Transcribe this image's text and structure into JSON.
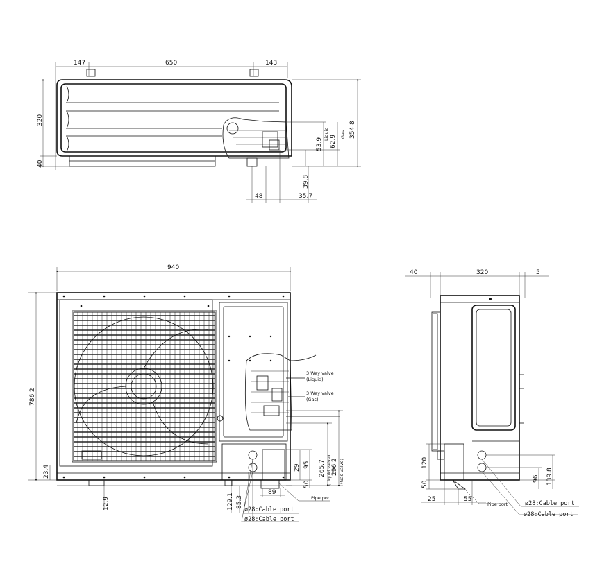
{
  "top_view": {
    "dim_left": "147",
    "dim_mid": "650",
    "dim_right": "143",
    "dim_height": "320",
    "dim_bottom": "40",
    "dim_total": "354.8",
    "dim_liquid": "53.9",
    "dim_gas": "62.9",
    "label_liquid": "Liquid",
    "label_gas": "Gas",
    "dim_39_8": "39.8",
    "dim_48": "48",
    "dim_35_7": "35.7"
  },
  "front_view": {
    "dim_width": "940",
    "dim_height": "786.2",
    "dim_23_4": "23.4",
    "dim_12_9": "12.9",
    "dim_129_1": "129.1",
    "dim_85_3": "85.3",
    "dim_89": "89",
    "dim_29": "29",
    "dim_95": "95",
    "dim_50": "50",
    "dim_265_7": "265.7",
    "label_265_7": "(Liquid valve)",
    "dim_296_2": "296.2",
    "label_296_2": "(Gas valve)",
    "valve_liquid_1": "3 Way valve",
    "valve_liquid_2": "(Liquid)",
    "valve_gas_1": "3 Way valve",
    "valve_gas_2": "(Gas)",
    "pipe_port": "Pipe port",
    "cable_port_1": "ø28:Cable port",
    "cable_port_2": "ø28:Cable port"
  },
  "side_view": {
    "dim_40": "40",
    "dim_320": "320",
    "dim_5": "5",
    "dim_120": "120",
    "dim_50": "50",
    "dim_25": "25",
    "dim_55": "55",
    "dim_96": "96",
    "dim_139_8": "139.8",
    "pipe_port": "Pipe port",
    "cable_port_1": "ø28:Cable port",
    "cable_port_2": "ø28:Cable port"
  }
}
